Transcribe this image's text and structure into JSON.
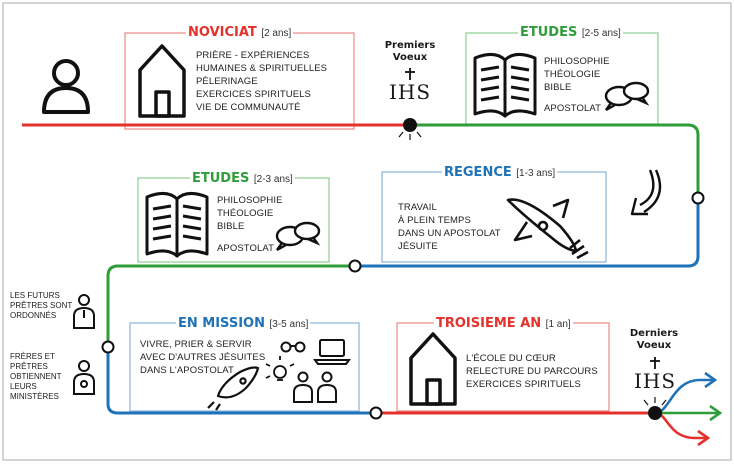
{
  "colors": {
    "red": "#e4312b",
    "green": "#2f9d3a",
    "blue": "#1e73b8",
    "box_red": "#e88a86",
    "box_green": "#8ccf8f",
    "box_blue": "#8ab6dc"
  },
  "noviciat": {
    "title": "NOVICIAT",
    "duration": "[2 ans]",
    "items": [
      "PRIÈRE - EXPÉRIENCES",
      "HUMAINES & SPIRITUELLES",
      "PÈLERINAGE",
      "EXERCICES SPIRITUELS",
      "VIE DE COMMUNAUTÉ"
    ]
  },
  "premiers_voeux": {
    "label_line1": "Premiers",
    "label_line2": "Voeux",
    "monogram": "IHS"
  },
  "etudes_top": {
    "title": "ETUDES",
    "duration": "[2-5 ans]",
    "items": [
      "PHILOSOPHIE",
      "THÉOLOGIE",
      "BIBLE"
    ],
    "extra": "APOSTOLAT"
  },
  "regence": {
    "title": "REGENCE",
    "duration": "[1-3 ans]",
    "items": [
      "TRAVAIL",
      "À PLEIN TEMPS",
      "DANS UN APOSTOLAT",
      "JÉSUITE"
    ]
  },
  "etudes_mid": {
    "title": "ETUDES",
    "duration": "[2-3 ans]",
    "items": [
      "PHILOSOPHIE",
      "THÉOLOGIE",
      "BIBLE"
    ],
    "extra": "APOSTOLAT"
  },
  "side_notes": {
    "ordained": [
      "LES FUTURS",
      "PRÊTRES SONT",
      "ORDONNÉS"
    ],
    "ministries": [
      "FRÈRES ET",
      "PRÊTRES",
      "OBTIENNENT",
      "LEURS",
      "MINISTÈRES"
    ]
  },
  "mission": {
    "title": "EN MISSION",
    "duration": "[3-5 ans]",
    "items": [
      "VIVRE, PRIER & SERVIR",
      "AVEC D'AUTRES JÉSUITES",
      "DANS L'APOSTOLAT"
    ]
  },
  "troisieme": {
    "title": "TROISIEME AN",
    "duration": "[1 an]",
    "items": [
      "L'ÉCOLE DU CŒUR",
      "RELECTURE DU PARCOURS",
      "EXERCICES SPIRITUELS"
    ]
  },
  "derniers_voeux": {
    "label_line1": "Derniers",
    "label_line2": "Voeux",
    "monogram": "IHS"
  }
}
